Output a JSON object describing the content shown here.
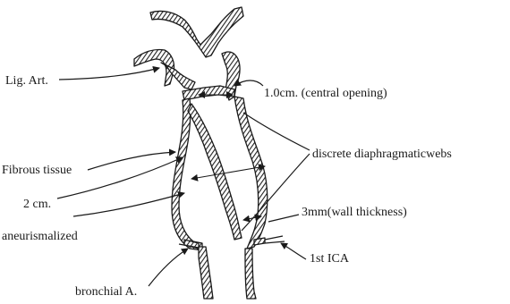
{
  "labels": {
    "lig_art": "Lig. Art.",
    "central_opening": "1.0cm. (central opening)",
    "diaphragmatic_webs": "discrete diaphragmaticwebs",
    "fibrous_tissue": "Fibrous tissue",
    "two_cm": "2 cm.",
    "wall_thickness": "3mm(wall thickness)",
    "aneurismalized": "aneurismalized",
    "first_ica": "1st ICA",
    "bronchial_a": "bronchial A."
  }
}
